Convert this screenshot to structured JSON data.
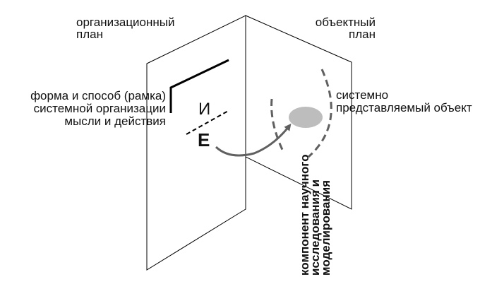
{
  "labels": {
    "org_plan_line1": "организационный",
    "org_plan_line2": "план",
    "obj_plan_line1": "объектный",
    "obj_plan_line2": "план",
    "frame_line1": "форма и способ (рамка)",
    "frame_line2": "системной организации",
    "frame_line3": "мысли и действия",
    "letter_i": "И",
    "letter_e": "Е",
    "system_line1": "системно",
    "system_line2": "представляемый объект",
    "component_line1": "компонент научного",
    "component_line2": "исследования и",
    "component_line3": "моделирования"
  },
  "colors": {
    "line": "#000000",
    "gray_arrow": "#606060",
    "ellipse": "#bdbdbd"
  }
}
